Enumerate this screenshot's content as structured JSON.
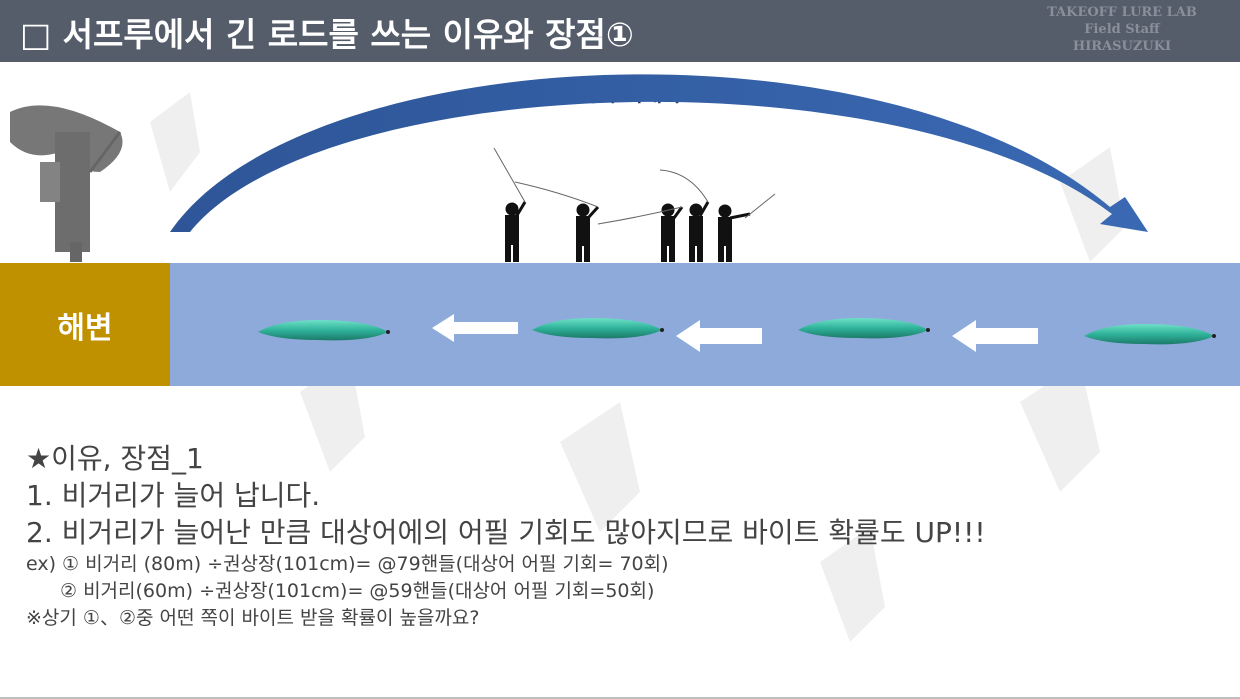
{
  "header": {
    "title": "□ 서프루에서 긴 로드를 쓰는 이유와 장점①",
    "staff_lines": [
      "TAKEOFF LURE LAB",
      "Field  Staff",
      "HIRASUZUKI"
    ]
  },
  "diagram": {
    "trajectory_label": "비거리 최대화",
    "beach_label": "해변"
  },
  "body": {
    "heading": "★이유, 장점_1",
    "point1": "1.   비거리가 늘어 납니다.",
    "point2": "2.   비거리가 늘어난 만큼 대상어에의 어필 기회도 많아지므로 바이트 확률도 UP!!!",
    "ex1": "ex) ① 비거리 (80m) ÷권상장(101cm)= @79핸들(대상어 어필 기회= 70회)",
    "ex2": "② 비거리(60m) ÷권상장(101cm)= @59핸들(대상어 어필 기회=50회)",
    "question": "※상기 ①、②중 어떤 쪽이 바이트 받을 확률이 높을까요?"
  },
  "colors": {
    "header_bg": "#555d6b",
    "sea": "#8eaadb",
    "beach": "#bf9000",
    "arc": "#2e5597",
    "lure": "#2fb39a"
  }
}
